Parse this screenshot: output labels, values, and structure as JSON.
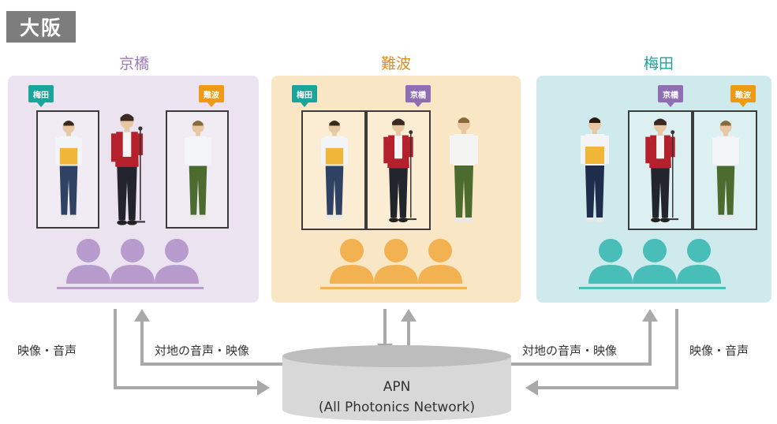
{
  "region": {
    "label": "大阪"
  },
  "venues": [
    {
      "name": "京橋",
      "color": "#9b7bb8",
      "panel_bg": "#ece3f0",
      "audience_color": "#b79bcd",
      "tags": [
        {
          "text": "梅田",
          "color": "#1aa59a"
        },
        {
          "text": "難波",
          "color": "#ee9a14"
        }
      ]
    },
    {
      "name": "難波",
      "color": "#e08e16",
      "panel_bg": "#f8e6c4",
      "audience_color": "#f2b251",
      "tags": [
        {
          "text": "梅田",
          "color": "#1aa59a"
        },
        {
          "text": "京橋",
          "color": "#8f6fb4"
        }
      ]
    },
    {
      "name": "梅田",
      "color": "#1aa59a",
      "panel_bg": "#cfeaec",
      "audience_color": "#49bdb7",
      "tags": [
        {
          "text": "京橋",
          "color": "#8f6fb4"
        },
        {
          "text": "難波",
          "color": "#ee9a14"
        }
      ]
    }
  ],
  "flows": {
    "left_out": "映像・音声",
    "left_in": "対地の音声・映像",
    "right_in": "対地の音声・映像",
    "right_out": "映像・音声"
  },
  "apn": {
    "line1": "APN",
    "line2": "(All Photonics Network)"
  }
}
